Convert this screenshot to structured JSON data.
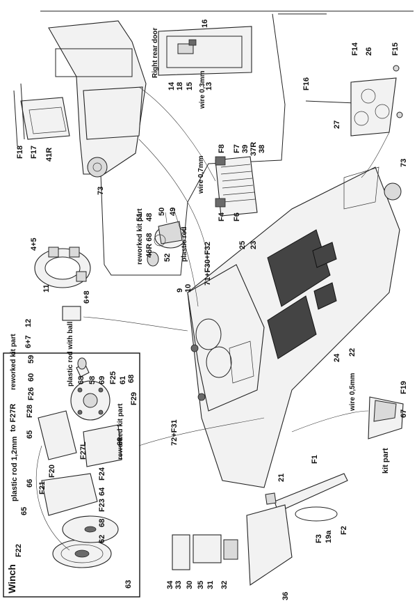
{
  "labels": {
    "winch_title": "Winch",
    "plastic_rod_12": "plastic rod 1,2mm",
    "to_f27r": "to F27R",
    "reworked_kit_part_1": "reworked kit part",
    "plastic_rod_with_ball": "plastic rod with ball",
    "reworked_kit_part_2": "reworked kit part",
    "reworked_kit_part_3": "reworked kit part",
    "kit_part": "kit part",
    "plastic_rod": "plastic rod",
    "wire_05": "wire 0,5mm",
    "wire_07": "wire 0,7mm",
    "wire_03": "wire 0,3mm",
    "right_rear_door": "Right rear door"
  },
  "part_numbers": {
    "p16": "16",
    "p14": "14",
    "p18": "18",
    "p15": "15",
    "p13": "13",
    "f18": "F18",
    "f17": "F17",
    "p41r": "41R",
    "p73a": "73",
    "f8": "F8",
    "f7": "F7",
    "p39": "39",
    "p37r": "37R",
    "p38": "38",
    "f4": "F4",
    "f6": "F6",
    "p51": "51",
    "p48": "48",
    "p50": "50",
    "p49": "49",
    "p46r68": "46R 68",
    "p52": "52",
    "p4_5": "4+5",
    "p11": "11",
    "p6_8": "6+8",
    "p12": "12",
    "p6_7": "6+7",
    "p9": "9",
    "p10": "10",
    "p71_f30_f32": "71+F30+F32",
    "p25": "25",
    "p23": "23",
    "p22": "22",
    "p24": "24",
    "f16": "F16",
    "f14": "F14",
    "p26": "26",
    "f15": "F15",
    "p27": "27",
    "p73b": "73",
    "f19": "F19",
    "p67": "67",
    "p72_f31": "72+F31",
    "p21": "21",
    "f1": "F1",
    "f3": "F3",
    "p19a": "19a",
    "f2": "F2",
    "p36": "36",
    "p34": "34",
    "p33": "33",
    "p30": "30",
    "p35": "35",
    "p31": "31",
    "p32": "32",
    "p59": "59",
    "p68a": "68",
    "p58": "58",
    "p69": "69",
    "f25": "F25",
    "p61": "61",
    "p68b": "68",
    "f29": "F29",
    "f26": "F26",
    "p60": "60",
    "f28": "F28",
    "p65a": "65",
    "f27l": "F27L",
    "p68c": "68",
    "f20": "F20",
    "f21": "F21",
    "f24": "F24",
    "p66": "66",
    "p64": "64",
    "f23": "F23",
    "p68d": "68",
    "p62": "62",
    "p65b": "65",
    "f22": "F22",
    "p63": "63"
  }
}
